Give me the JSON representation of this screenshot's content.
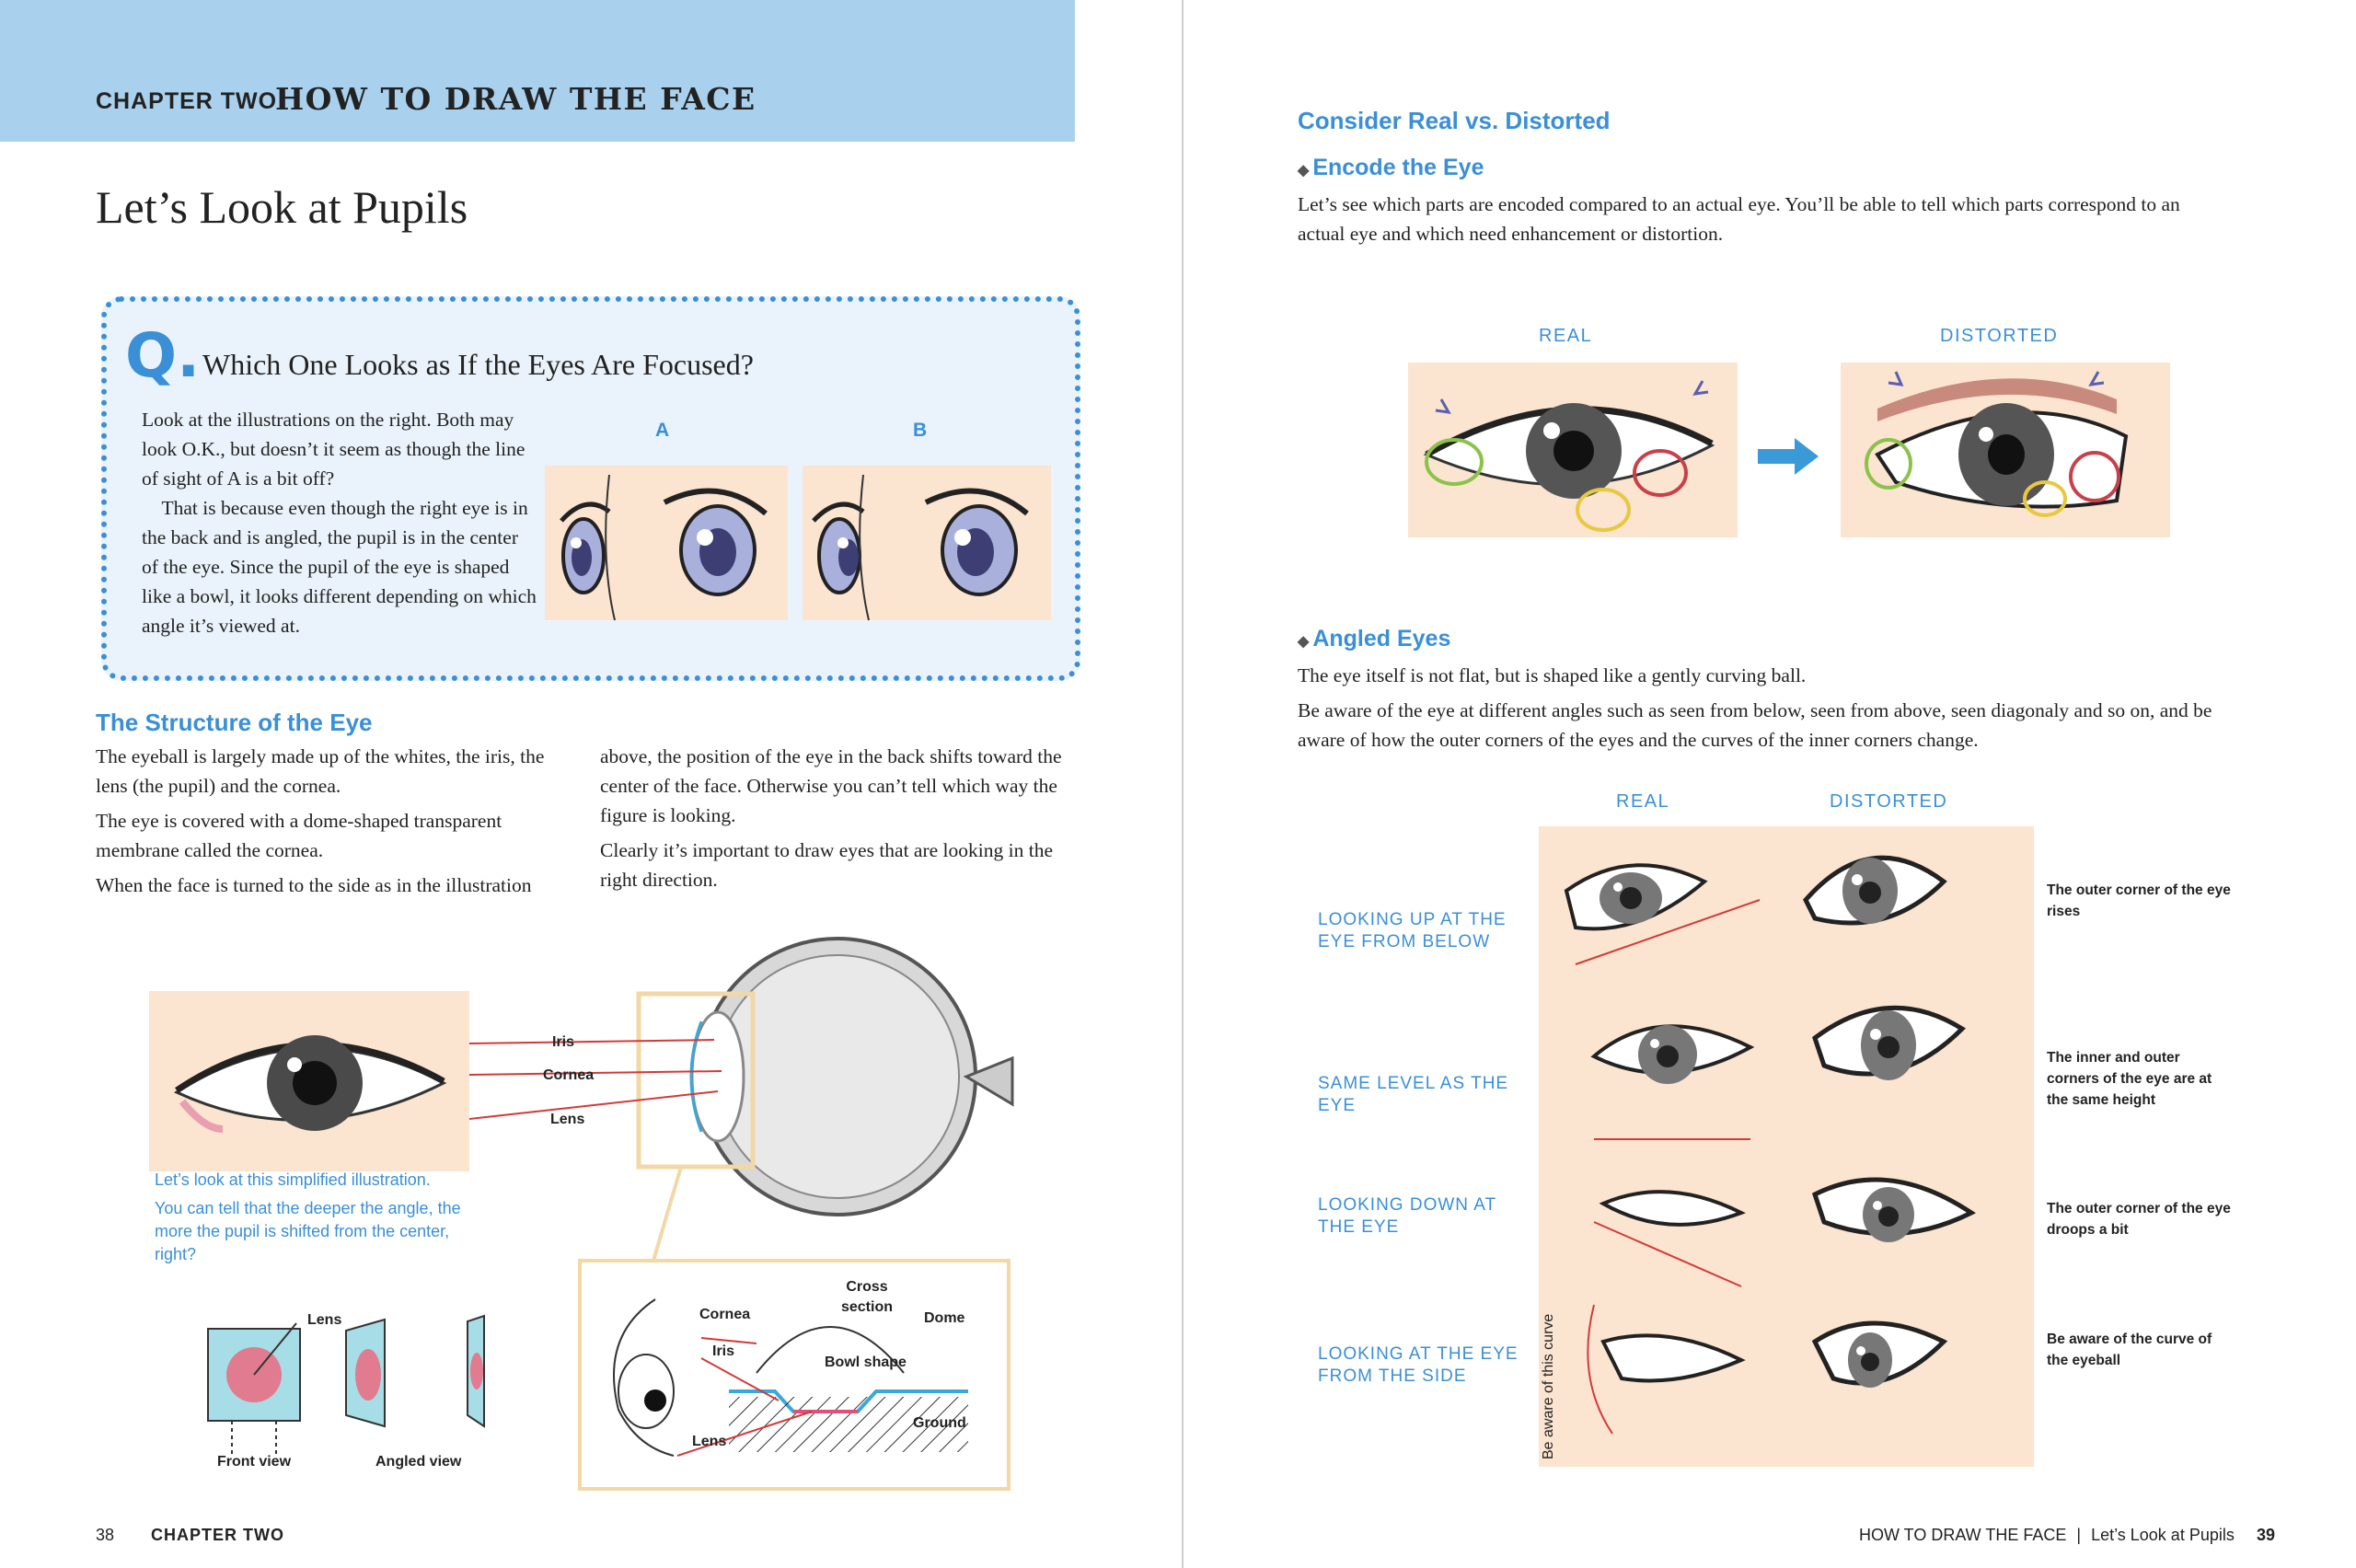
{
  "left_page": {
    "header": {
      "chapter_small": "CHAPTER TWO",
      "chapter_big": "HOW TO DRAW THE FACE"
    },
    "title": "Let’s Look at Pupils",
    "question": {
      "mark": "Q.",
      "title": "Which One Looks as If the Eyes Are Focused?",
      "paragraph1": "Look at the illustrations on the right. Both may look O.K., but doesn’t it seem as though the line of sight of A is a bit off?",
      "paragraph2": "That is because even though the right eye is in the back and is angled, the pupil is in the center of the eye. Since the pupil of the eye is shaped like a bowl, it looks different depending on which angle it’s viewed at.",
      "label_a": "A",
      "label_b": "B"
    },
    "structure": {
      "heading": "The Structure of the Eye",
      "col1": [
        "The eyeball is largely made up of the whites, the iris, the lens (the pupil) and the cornea.",
        "The eye is covered with a dome-shaped transparent membrane called the cornea.",
        "When the face is turned to the side as in the illustration"
      ],
      "col2": [
        "above, the position of the eye in the back shifts toward the center of the face. Otherwise you can’t tell which way the figure is looking.",
        "Clearly it’s important to draw eyes that are looking in the right direction."
      ]
    },
    "diagram": {
      "iris": "Iris",
      "cornea": "Cornea",
      "lens": "Lens",
      "caption1": "Let’s look at this simplified illustration.",
      "caption2": "You can tell that the deeper the angle, the more the pupil is shifted from the center, right?",
      "small_lens": "Lens",
      "front_view": "Front view",
      "angled_view": "Angled view",
      "cross_section": "Cross section",
      "cs_cornea": "Cornea",
      "cs_dome": "Dome",
      "cs_iris": "Iris",
      "cs_bowl": "Bowl shape",
      "cs_ground": "Ground",
      "cs_lens": "Lens"
    },
    "footer": {
      "page": "38",
      "chapter": "CHAPTER TWO"
    }
  },
  "right_page": {
    "heading": "Consider Real vs. Distorted",
    "encode": {
      "heading": "Encode the Eye",
      "text": "Let’s see which parts are encoded compared to an actual eye. You’ll be able to tell which parts correspond to an actual eye and which need enhancement or distortion.",
      "real": "REAL",
      "distorted": "DISTORTED"
    },
    "angled": {
      "heading": "Angled Eyes",
      "text1": "The eye itself is not flat, but is shaped like a gently curving ball.",
      "text2": "Be aware of the eye at different angles such as seen from below, seen from above, seen diagonaly and so on, and be aware of how the outer corners of the eyes and the curves of the inner corners change.",
      "real": "REAL",
      "distorted": "DISTORTED",
      "vertical_label": "Be aware of this curve",
      "rows": [
        {
          "label": "LOOKING UP AT THE EYE FROM BELOW",
          "note": "The outer corner of the eye rises"
        },
        {
          "label": "SAME LEVEL AS THE EYE",
          "note": "The inner and outer corners of the eye are at the same height"
        },
        {
          "label": "LOOKING DOWN AT THE EYE",
          "note": "The outer corner of the eye droops a bit"
        },
        {
          "label": "LOOKING AT THE EYE FROM THE SIDE",
          "note": "Be aware of the curve of the eyeball"
        }
      ]
    },
    "footer": {
      "section": "HOW TO DRAW THE FACE",
      "separator": "|",
      "topic": "Let’s Look at Pupils",
      "page": "39"
    }
  },
  "colors": {
    "accent_blue": "#3a8fd6",
    "banner_blue": "#a9d1ee",
    "skin": "#fbe4d0",
    "arrow_red": "#d23a3a"
  }
}
